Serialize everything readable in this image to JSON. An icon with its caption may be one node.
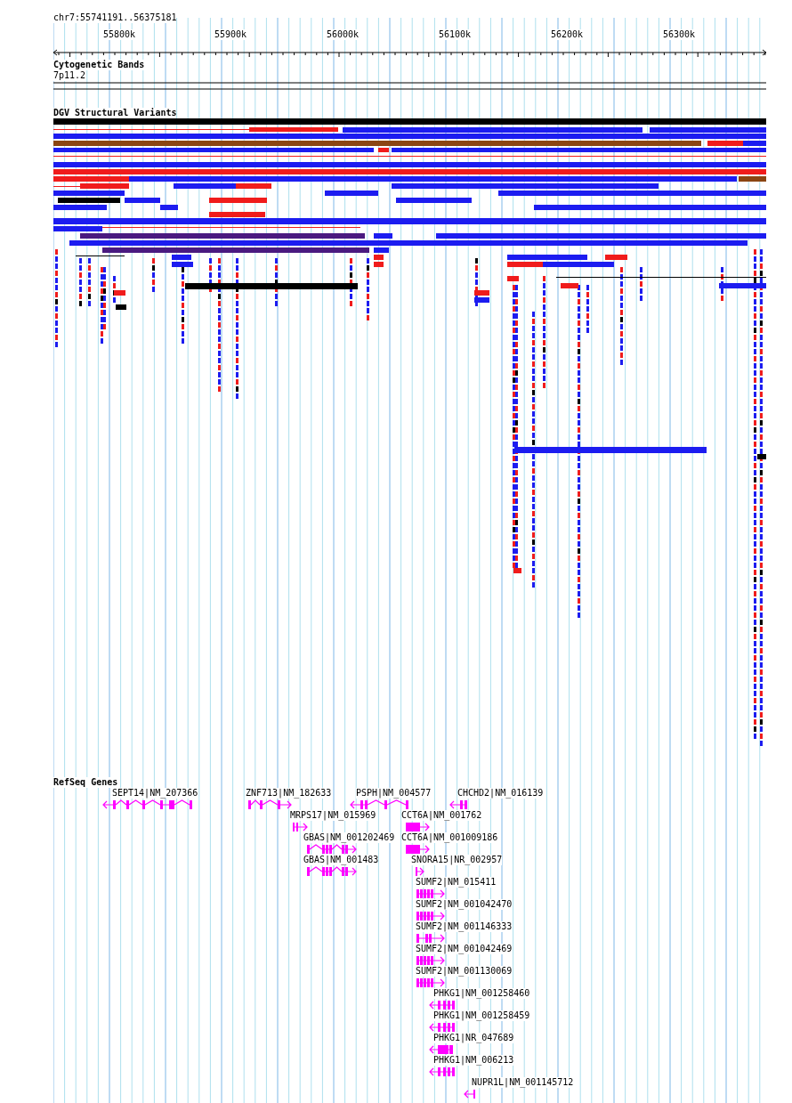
{
  "diagram": {
    "labels": [
      "chr7:55741191..56375181",
      "55800k",
      "55900k",
      "56000k",
      "56100k",
      "56200k",
      "56300k",
      "Cytogenetic Bands",
      "7p11.2",
      "DGV Structural Variants",
      "RefSeq Genes",
      "SEPT14|NM_207366",
      "ZNF713|NM_182633",
      "PSPH|NM_004577",
      "CHCHD2|NM_016139",
      "MRPS17|NM_015969",
      "CCT6A|NM_001762",
      "GBAS|NM_001202469",
      "CCT6A|NM_001009186",
      "GBAS|NM_001483",
      "SNORA15|NR_002957",
      "SUMF2|NM_015411",
      "SUMF2|NM_001042470",
      "SUMF2|NM_001146333",
      "SUMF2|NM_001042469",
      "SUMF2|NM_001130069",
      "PHKG1|NM_001258460",
      "PHKG1|NM_001258459",
      "PHKG1|NR_047689",
      "PHKG1|NM_006213",
      "NUPR1L|NM_001145712"
    ]
  }
}
